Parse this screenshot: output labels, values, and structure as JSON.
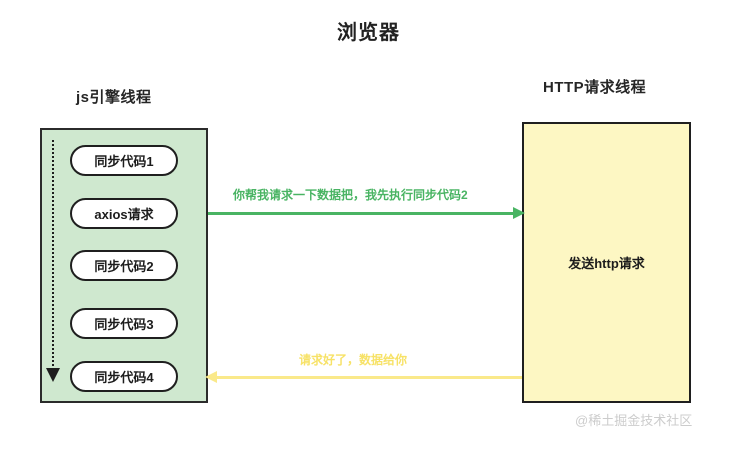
{
  "title": "浏览器",
  "lanes": {
    "left": {
      "title": "js引擎线程",
      "steps": [
        {
          "label": "同步代码1"
        },
        {
          "label": "axios请求"
        },
        {
          "label": "同步代码2"
        },
        {
          "label": "同步代码3"
        },
        {
          "label": "同步代码4"
        }
      ]
    },
    "right": {
      "title": "HTTP请求线程",
      "body_label": "发送http请求"
    }
  },
  "arrows": [
    {
      "label": "你帮我请求一下数据把，我先执行同步代码2",
      "direction": "right",
      "color": "#49b463"
    },
    {
      "label": "请求好了，数据给你",
      "direction": "left",
      "color": "#fae98a"
    }
  ],
  "watermark": "@稀土掘金技术社区",
  "colors": {
    "lane_green_fill": "#cfe8cf",
    "lane_yellow_fill": "#fdf7c3",
    "stroke": "#1f1f1f",
    "arrow_green": "#49b463",
    "arrow_yellow": "#fae98a",
    "watermark_text": "#cccccc"
  }
}
